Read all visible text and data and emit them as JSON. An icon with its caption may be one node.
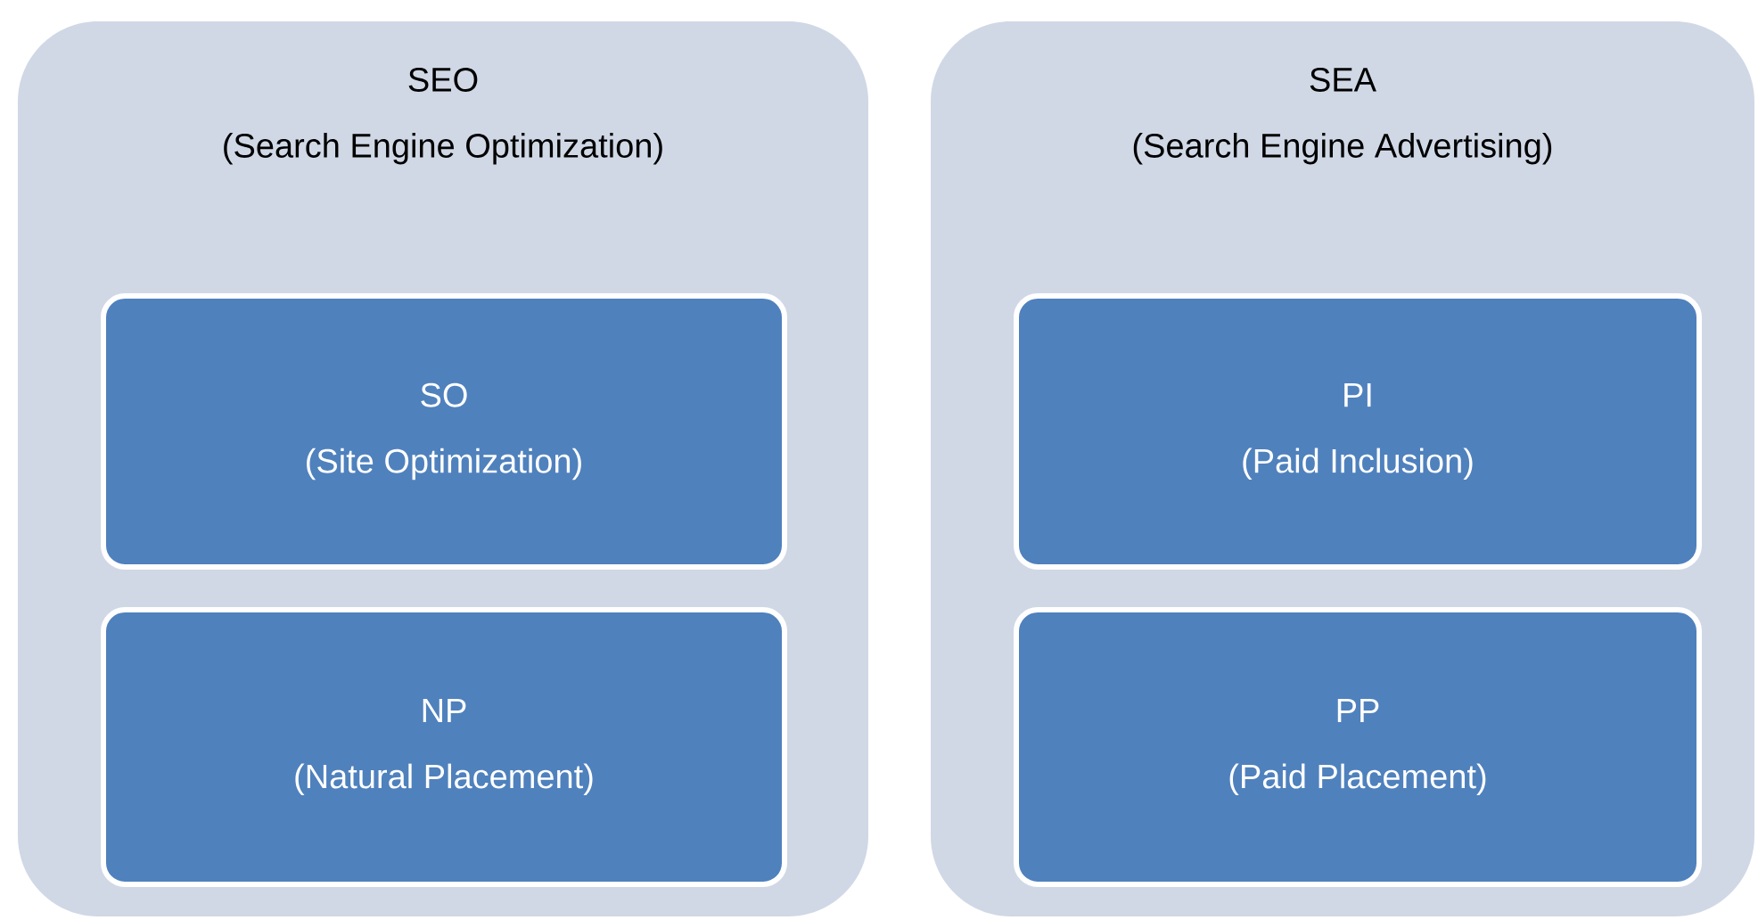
{
  "diagram": {
    "nodes": [
      {
        "text": [
          "SEO",
          "(Search Engine Optimization)"
        ]
      },
      {
        "text": [
          "SO",
          "(Site Optimization)"
        ],
        "in": 0
      },
      {
        "text": [
          "NP",
          "(Natural Placement)"
        ],
        "in": 0
      },
      {
        "text": [
          "SEA",
          "(Search Engine Advertising)"
        ]
      },
      {
        "text": [
          "PI",
          "(Paid Inclusion)"
        ],
        "in": 3
      },
      {
        "text": [
          "PP",
          "(Paid Placement)"
        ],
        "in": 3
      }
    ]
  }
}
